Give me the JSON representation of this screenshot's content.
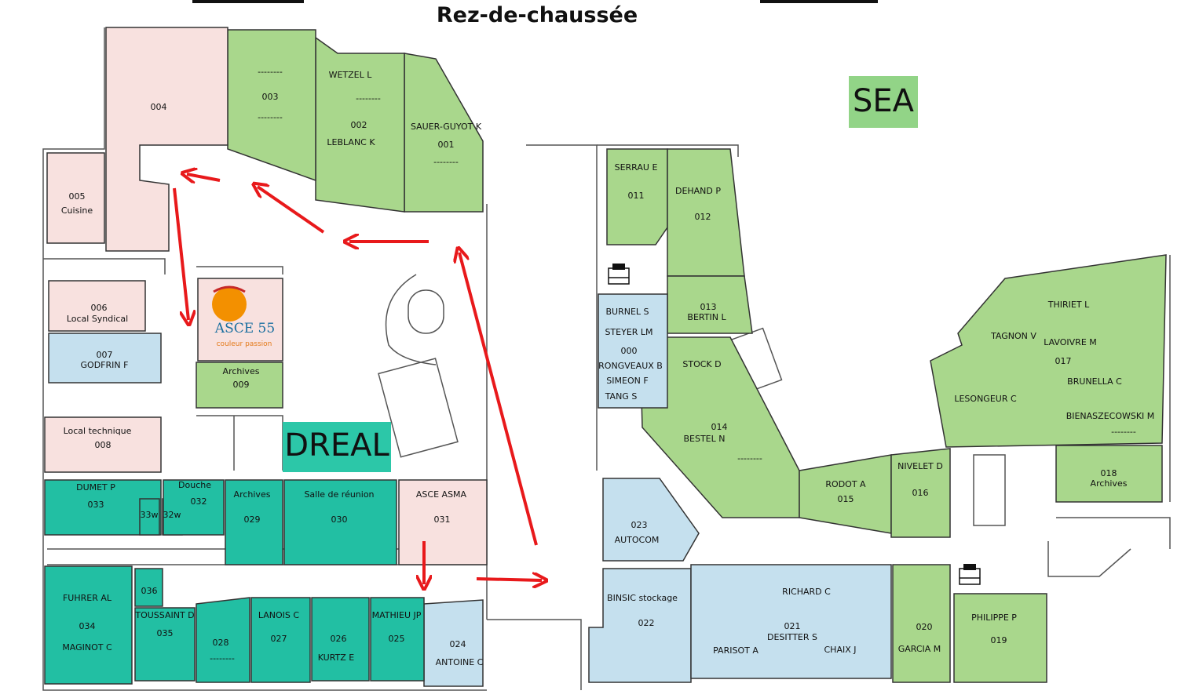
{
  "title": "Rez-de-chaussée",
  "zones": {
    "sea": "SEA",
    "dreal": "DREAL"
  },
  "logo": {
    "text": "ASCE 55",
    "tagline": "couleur passion"
  },
  "colors": {
    "green": "#a9d78c",
    "pink": "#f8e1df",
    "blue": "#c5e0ee",
    "teal": "#22bfa3",
    "zone_bg": "#92d487",
    "dreal_bg": "#2cc7a8",
    "arrow": "#e8191b"
  },
  "rooms": {
    "r001": [
      "SAUER-GUYOT K",
      "001",
      "--------"
    ],
    "r002": [
      "WETZEL L",
      "--------",
      "002",
      "LEBLANC K"
    ],
    "r003": [
      "--------",
      "003",
      "--------"
    ],
    "r004": [
      "004"
    ],
    "r005": [
      "005",
      "Cuisine"
    ],
    "r006": [
      "006",
      "Local Syndical"
    ],
    "r007": [
      "007",
      "GODFRIN F"
    ],
    "r008": [
      "Local technique",
      "008"
    ],
    "r009": [
      "Archives",
      "009"
    ],
    "r011": [
      "SERRAU E",
      "011"
    ],
    "r012": [
      "DEHAND P",
      "012"
    ],
    "r013": [
      "013",
      "BERTIN L"
    ],
    "r000": [
      "BURNEL S",
      "STEYER LM",
      "000",
      "RONGVEAUX B",
      "SIMEON F",
      "TANG S"
    ],
    "r014": [
      "STOCK D",
      "014",
      "BESTEL N",
      "--------"
    ],
    "r015": [
      "RODOT A",
      "015"
    ],
    "r016": [
      "NIVELET D",
      "016"
    ],
    "r017": [
      "THIRIET L",
      "TAGNON V",
      "LAVOIVRE M",
      "017",
      "BRUNELLA C",
      "LESONGEUR C",
      "BIENASZECOWSKI  M",
      "--------"
    ],
    "r018": [
      "018",
      "Archives"
    ],
    "r019": [
      "PHILIPPE P",
      "019"
    ],
    "r020": [
      "020",
      "GARCIA M"
    ],
    "r021": [
      "RICHARD C",
      "021",
      "DESITTER S",
      "PARISOT A",
      "CHAIX J"
    ],
    "r022": [
      "BINSIC stockage",
      "022"
    ],
    "r023": [
      "023",
      "AUTOCOM"
    ],
    "r024": [
      "024",
      "ANTOINE  C"
    ],
    "r025": [
      "MATHIEU JP",
      "025"
    ],
    "r026": [
      "026",
      "KURTZ E"
    ],
    "r027": [
      "LANOIS C",
      "027"
    ],
    "r028": [
      "028",
      "--------"
    ],
    "r029": [
      "Archives",
      "029"
    ],
    "r030": [
      "Salle de réunion",
      "030"
    ],
    "r031": [
      "ASCE ASMA",
      "031"
    ],
    "r032": [
      "Douche",
      "032"
    ],
    "r32w": [
      "32w"
    ],
    "r33w": [
      "33w"
    ],
    "r033": [
      "DUMET P",
      "033"
    ],
    "r034": [
      "FUHRER AL",
      "034",
      "MAGINOT C"
    ],
    "r035": [
      "TOUSSAINT D",
      "035"
    ],
    "r036": [
      "036"
    ]
  }
}
